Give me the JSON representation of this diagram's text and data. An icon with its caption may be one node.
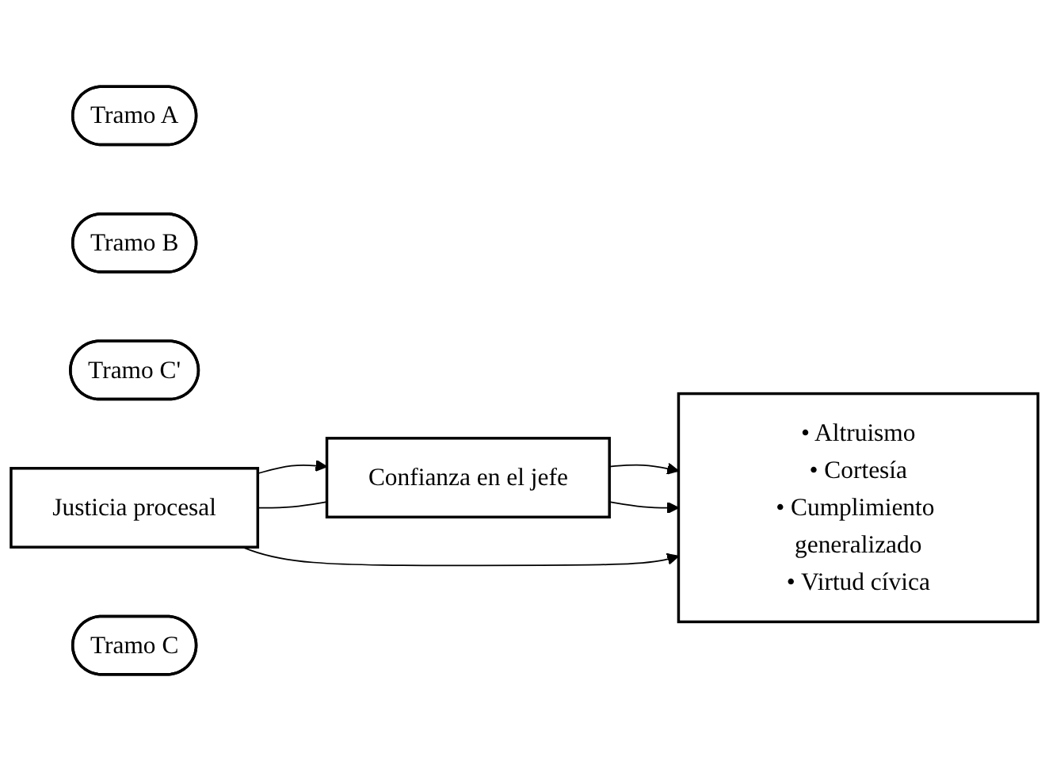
{
  "diagram": {
    "nodes": [
      {
        "text": [
          "Tramo A"
        ]
      },
      {
        "text": [
          "Confianza en el jefe"
        ]
      },
      {
        "text": [
          "Tramo B"
        ]
      },
      {
        "text": [
          "Tramo C'"
        ]
      },
      {
        "text": [
          "• Altruismo",
          "• Cortesía",
          "• Cumplimiento generalizado",
          "• Virtud cívica"
        ]
      },
      {
        "text": [
          "Justicia procesal"
        ]
      },
      {
        "text": [
          "Tramo C"
        ]
      }
    ],
    "edges": [
      {
        "from": 5,
        "to": 1,
        "arrow": "to"
      },
      {
        "from": 5,
        "to": 1,
        "arrow": "none"
      },
      {
        "from": 1,
        "to": 4,
        "arrow": "to"
      },
      {
        "from": 1,
        "to": 4,
        "arrow": "to"
      },
      {
        "from": 5,
        "to": 4,
        "arrow": "to"
      }
    ]
  }
}
